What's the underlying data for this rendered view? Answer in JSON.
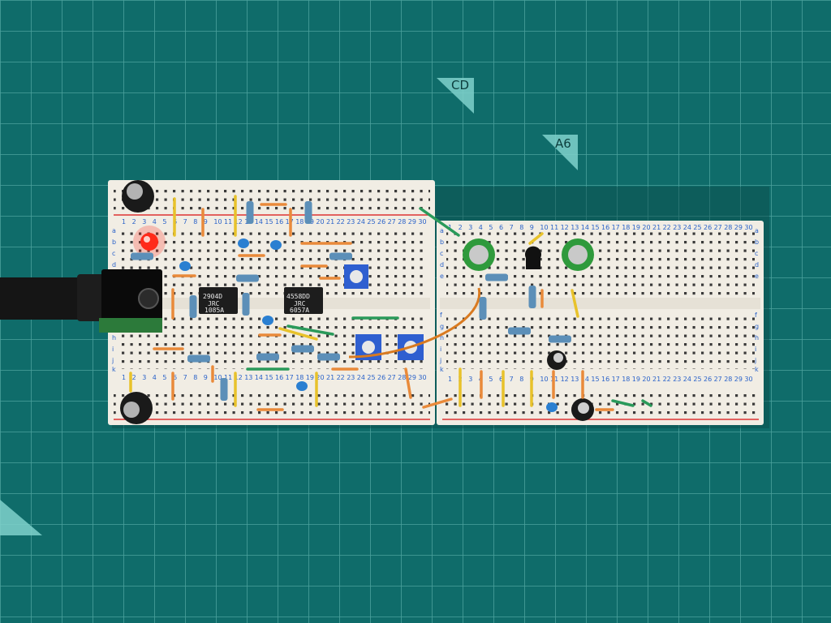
{
  "mat": {
    "background_color": "#0f6c6a",
    "grid_color": "#5fb3ad",
    "markers": [
      {
        "label": "CD"
      },
      {
        "label": "A6"
      }
    ]
  },
  "breadboards": {
    "board_color": "#f1ede4",
    "row_labels_left": [
      "a",
      "b",
      "c",
      "d",
      "e",
      "f",
      "g",
      "h",
      "i",
      "j",
      "k"
    ],
    "left_board_columns": [
      "1",
      "2",
      "3",
      "4",
      "5",
      "6",
      "7",
      "8",
      "9",
      "10",
      "11",
      "12",
      "13",
      "14",
      "15",
      "16",
      "17",
      "18",
      "19",
      "20",
      "21",
      "22",
      "23",
      "24",
      "25",
      "26",
      "27",
      "28",
      "29",
      "30"
    ],
    "right_board_columns": [
      "1",
      "2",
      "3",
      "4",
      "5",
      "6",
      "7",
      "8",
      "9",
      "10",
      "11",
      "12",
      "13",
      "14",
      "15",
      "16",
      "17",
      "18",
      "19",
      "20",
      "21",
      "22",
      "23",
      "24",
      "25",
      "26",
      "27",
      "28",
      "29",
      "30"
    ]
  },
  "chips": [
    {
      "name": "ic-left",
      "lines": [
        "2904D",
        "JRC",
        "1085A"
      ]
    },
    {
      "name": "ic-right",
      "lines": [
        "4558DD",
        "JRC",
        "6057A"
      ]
    }
  ],
  "led": {
    "color": "#ff2a1a",
    "state": "on"
  }
}
